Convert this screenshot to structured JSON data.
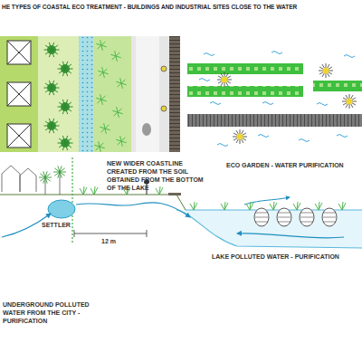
{
  "diagram": {
    "title": "HE TYPES OF COASTAL ECO TREATMENT - BUILDINGS AND INDUSTRIAL SITES CLOSE TO THE WATER",
    "labels": [
      "NEW WIDER COASTLINE CREATED FROM THE SOIL OBTAINED FROM THE BOTTOM OF THE LAKE",
      "ECO GARDEN - WATER PURIFICATION",
      "SETTLER",
      "12 m",
      "LAKE POLLUTED WATER - PURIFICATION",
      "UNDERGROUND POLLUTED WATER FROM THE CITY - PURIFICATION"
    ]
  }
}
